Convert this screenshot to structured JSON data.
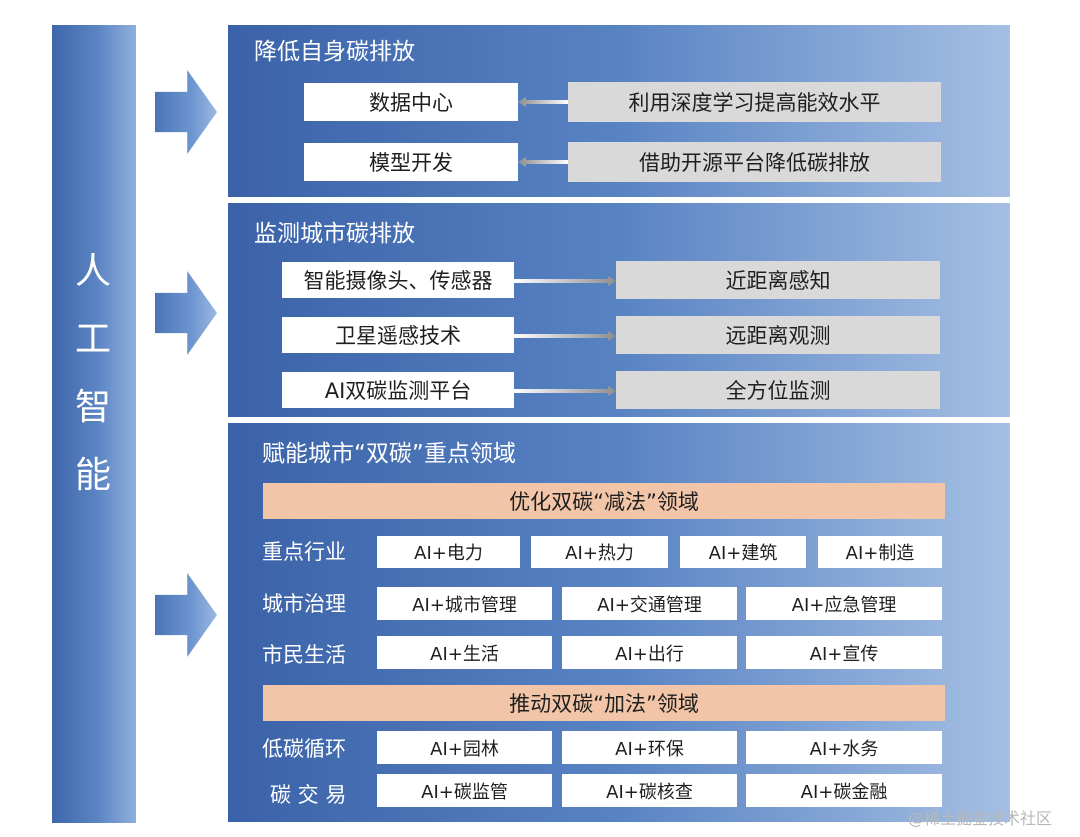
{
  "sidebar": {
    "chars": [
      "人",
      "工",
      "智",
      "能"
    ]
  },
  "section1": {
    "title": "降低自身碳排放",
    "rows": [
      {
        "left": "数据中心",
        "right": "利用深度学习提高能效水平"
      },
      {
        "left": "模型开发",
        "right": "借助开源平台降低碳排放"
      }
    ]
  },
  "section2": {
    "title": "监测城市碳排放",
    "rows": [
      {
        "left": "智能摄像头、传感器",
        "right": "近距离感知"
      },
      {
        "left": "卫星遥感技术",
        "right": "远距离观测"
      },
      {
        "left": "AI双碳监测平台",
        "right": "全方位监测"
      }
    ]
  },
  "section3": {
    "title": "赋能城市“双碳”重点领域",
    "sub1": "优化双碳“减法”领域",
    "sub2": "推动双碳“加法”领域",
    "rows": [
      {
        "label": "重点行业",
        "items": [
          "AI+电力",
          "AI+热力",
          "AI+建筑",
          "AI+制造"
        ]
      },
      {
        "label": "城市治理",
        "items": [
          "AI+城市管理",
          "AI+交通管理",
          "AI+应急管理"
        ]
      },
      {
        "label": "市民生活",
        "items": [
          "AI+生活",
          "AI+出行",
          "AI+宣传"
        ]
      },
      {
        "label": "低碳循环",
        "items": [
          "AI+园林",
          "AI+环保",
          "AI+水务"
        ]
      },
      {
        "label": "碳 交 易",
        "items": [
          "AI+碳监管",
          "AI+碳核查",
          "AI+碳金融"
        ]
      }
    ]
  },
  "watermark": "@稀土掘金技术社区",
  "colors": {
    "panel_dark": "#3b62a8",
    "panel_light": "#a5bfe3",
    "subheader_fill": "#f2c5a8",
    "grey_box": "#d9d9d9"
  }
}
